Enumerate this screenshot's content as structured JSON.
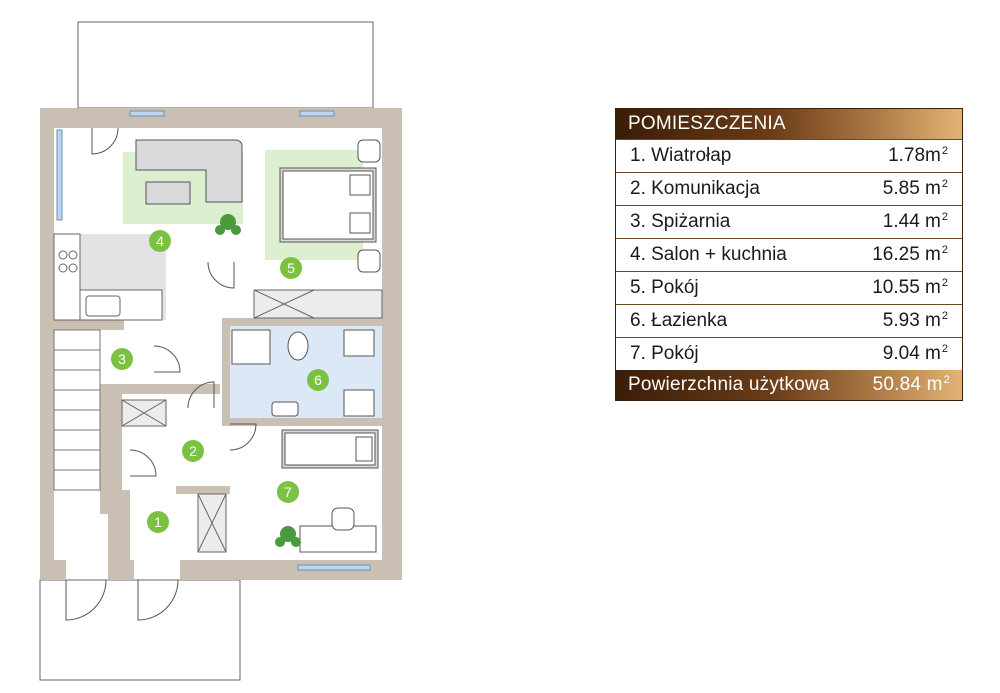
{
  "legend": {
    "title": "POMIESZCZENIA",
    "rooms": [
      {
        "name": "1. Wiatrołap",
        "area": "1.78m",
        "unit_exp": "2"
      },
      {
        "name": "2. Komunikacja",
        "area": "5.85 m",
        "unit_exp": "2"
      },
      {
        "name": "3. Spiżarnia",
        "area": "1.44 m",
        "unit_exp": "2"
      },
      {
        "name": "4. Salon + kuchnia",
        "area": "16.25 m",
        "unit_exp": "2"
      },
      {
        "name": "5. Pokój",
        "area": "10.55 m",
        "unit_exp": "2"
      },
      {
        "name": "6. Łazienka",
        "area": "5.93 m",
        "unit_exp": "2"
      },
      {
        "name": "7. Pokój",
        "area": "9.04 m",
        "unit_exp": "2"
      }
    ],
    "total": {
      "name": "Powierzchnia użytkowa",
      "area": "50.84 m",
      "unit_exp": "2"
    }
  },
  "plan": {
    "room_numbers": [
      "1",
      "2",
      "3",
      "4",
      "5",
      "6",
      "7"
    ]
  },
  "colors": {
    "wall": "#c9bfb2",
    "marker": "#7cc242",
    "living_carpet": "#dcefcf",
    "bathroom": "#dbe9f7",
    "kitchen_floor": "#e3e3e5",
    "legend_dark": "#3a1d08",
    "legend_light": "#e3b476"
  }
}
